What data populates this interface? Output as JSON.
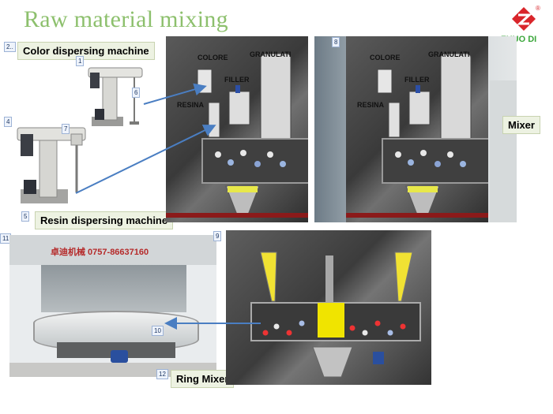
{
  "slide": {
    "title": "Raw material mixing",
    "logo_text": "ZHUO DI",
    "logo_registered": "®"
  },
  "labels": {
    "color_dispersing": "Color dispersing machine",
    "resin_dispersing": "Resin dispersing machine",
    "mixer": "Mixer",
    "ring_mixer": "Ring Mixer"
  },
  "diagram": {
    "colore": "COLORE",
    "granulati": "GRANULATI",
    "filler": "FILLER",
    "resina": "RESINA"
  },
  "machine": {
    "brand_sign": "卓迪机械 0757-86637160"
  },
  "markers": [
    "2..",
    "1",
    "6",
    "4",
    "7",
    "5",
    "8",
    "11",
    "9",
    "10",
    "12"
  ],
  "colors": {
    "title_green": "#8dc06d",
    "label_bg": "#edf2e2",
    "arrow_blue": "#4a7ec2",
    "logo_red": "#d9252b",
    "logo_green": "#3aa63a"
  }
}
